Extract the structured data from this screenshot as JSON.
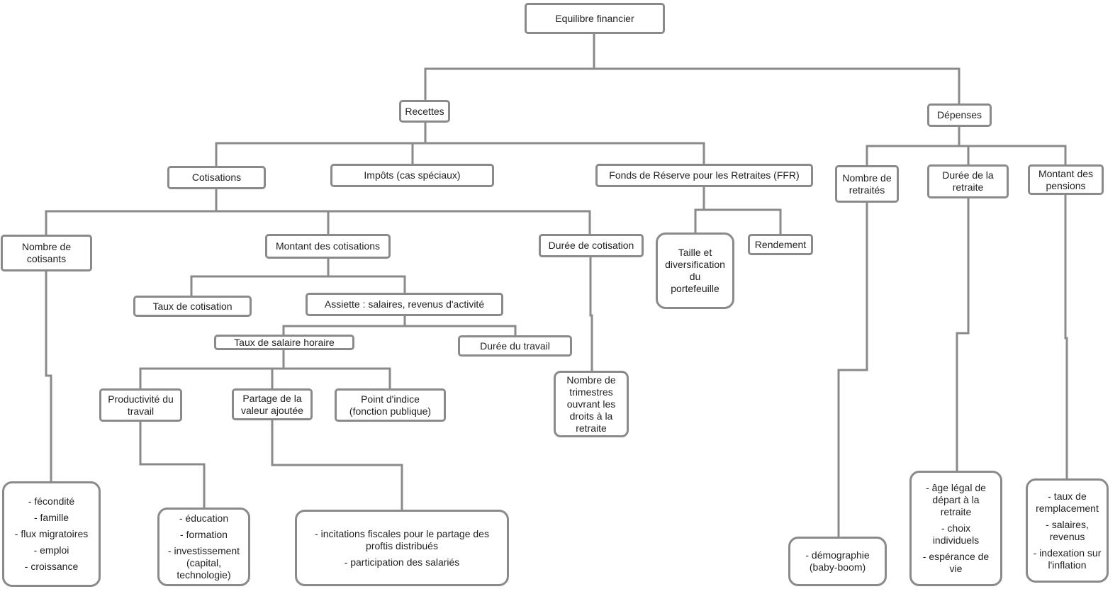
{
  "nodes": {
    "root": [
      "Equilibre financier"
    ],
    "recettes": [
      "Recettes"
    ],
    "depenses": [
      "Dépenses"
    ],
    "cotisations": [
      "Cotisations"
    ],
    "impots": [
      "Impôts (cas spéciaux)"
    ],
    "ffr": [
      "Fonds de Réserve pour les Retraites (FFR)"
    ],
    "nombre_cotisants": [
      "Nombre de",
      "cotisants"
    ],
    "montant_cotisations": [
      "Montant des cotisations"
    ],
    "duree_cotisation": [
      "Durée de cotisation"
    ],
    "taille_portefeuille": [
      "Taille et",
      "diversification",
      "du",
      "portefeuille"
    ],
    "rendement": [
      "Rendement"
    ],
    "taux_cotisation": [
      "Taux de cotisation"
    ],
    "assiette": [
      "Assiette : salaires, revenus d'activité"
    ],
    "taux_salaire": [
      "Taux de salaire horaire"
    ],
    "duree_travail": [
      "Durée du travail"
    ],
    "productivite": [
      "Productivité du",
      "travail"
    ],
    "partage": [
      "Partage de la",
      "valeur ajoutée"
    ],
    "point_indice": [
      "Point d'indice",
      "(fonction publique)"
    ],
    "trimestres": [
      "Nombre de",
      "trimestres",
      "ouvrant les",
      "droits à la",
      "retraite"
    ],
    "nombre_retraites": [
      "Nombre de",
      "retraités"
    ],
    "duree_retraite": [
      "Durée de la",
      "retraite"
    ],
    "montant_pensions": [
      "Montant des",
      "pensions"
    ],
    "facteurs_cotisants": [
      "- fécondité",
      "- famille",
      "- flux migratoires",
      "- emploi",
      "- croissance"
    ],
    "facteurs_productivite": [
      "- éducation",
      "- formation",
      "- investissement",
      "(capital,",
      "technologie)"
    ],
    "facteurs_partage": [
      "- incitations fiscales pour le partage des",
      "proftis distribués",
      "- participation des salariés"
    ],
    "facteurs_retraites": [
      "- démographie",
      "(baby-boom)"
    ],
    "facteurs_duree_retraite": [
      "- âge légal de",
      "départ à la",
      "retraite",
      "- choix",
      "individuels",
      "- espérance de",
      "vie"
    ],
    "facteurs_pensions": [
      "- taux de",
      "remplacement",
      "- salaires,",
      "revenus",
      "- indexation sur",
      "l'inflation"
    ]
  }
}
